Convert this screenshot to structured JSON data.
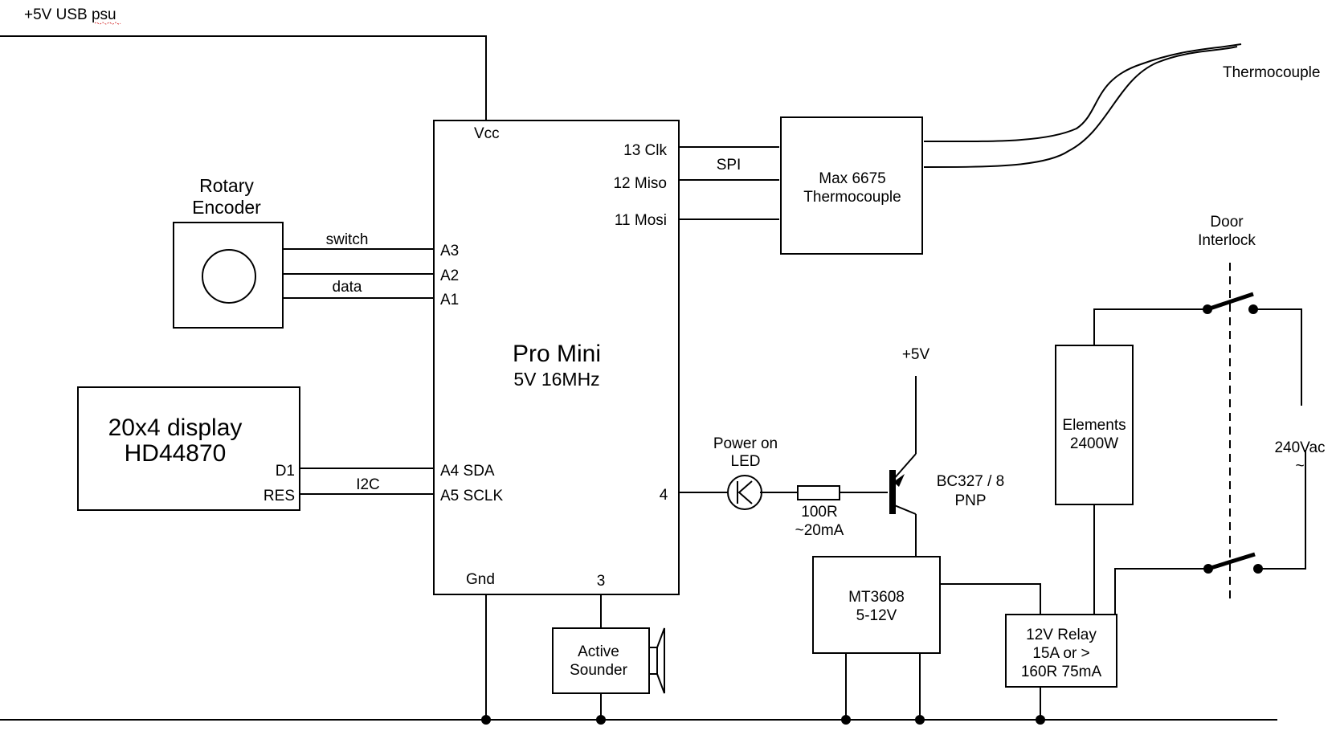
{
  "labels": {
    "psu": "+5V USB psu",
    "thermocouple": "Thermocouple",
    "vcc": "Vcc",
    "pin13": "13 Clk",
    "pin12": "12 Miso",
    "pin11": "11 Mosi",
    "spi": "SPI",
    "max_line1": "Max 6675",
    "max_line2": "Thermocouple",
    "rotary_line1": "Rotary",
    "rotary_line2": "Encoder",
    "switch": "switch",
    "data": "data",
    "a3": "A3",
    "a2": "A2",
    "a1": "A1",
    "door_line1": "Door",
    "door_line2": "Interlock",
    "pro_mini": "Pro Mini",
    "pro_mini_sub": "5V 16MHz",
    "plus5v": "+5V",
    "elements_line1": "Elements",
    "elements_line2": "2400W",
    "vac_line1": "240Vac",
    "vac_line2": "~",
    "display_line1": "20x4 display",
    "display_line2": "HD44870",
    "d1": "D1",
    "res": "RES",
    "i2c": "I2C",
    "a4": "A4 SDA",
    "a5": "A5 SCLK",
    "power_line1": "Power on",
    "power_line2": "LED",
    "pin4": "4",
    "resistor_line1": "100R",
    "resistor_line2": "~20mA",
    "transistor_line1": "BC327 / 8",
    "transistor_line2": "PNP",
    "gnd": "Gnd",
    "pin3": "3",
    "mt_line1": "MT3608",
    "mt_line2": "5-12V",
    "sounder_line1": "Active",
    "sounder_line2": "Sounder",
    "relay_line1": "12V Relay",
    "relay_line2": "15A or >",
    "relay_line3": "160R 75mA"
  }
}
